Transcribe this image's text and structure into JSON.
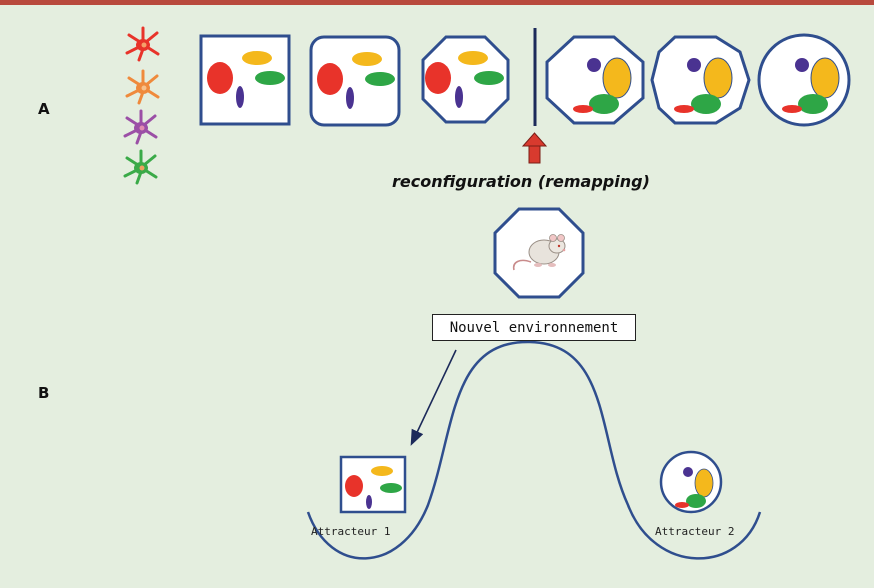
{
  "panel_a": {
    "label": "A"
  },
  "panel_b": {
    "label": "B"
  },
  "remap_label": "reconfiguration (remapping)",
  "new_env_label": "Nouvel environnement",
  "attractors": [
    {
      "label": "Attracteur 1"
    },
    {
      "label": "Attracteur 2"
    }
  ],
  "neuron_colors": [
    "#e8332a",
    "#ef8a3c",
    "#9b4fa6",
    "#3aaa48"
  ],
  "field_colors": {
    "red": "#e8332a",
    "yellow": "#f4b81c",
    "green": "#2ea646",
    "purple": "#4a3391",
    "outline": "#2f4e8e",
    "arrow": "#d83a2e"
  }
}
